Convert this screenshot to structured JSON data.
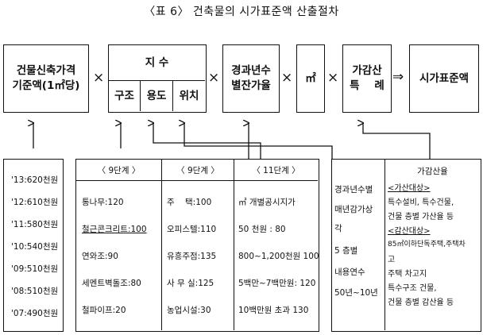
{
  "title": "〈표 6〉 건축물의 시가표준액 산출절차",
  "boxes": {
    "base_price": [
      "건물신축가격",
      "기준액(1㎡당)"
    ],
    "index": {
      "header": "지 수",
      "cells": [
        "구조",
        "용도",
        "위치"
      ]
    },
    "depreciation": [
      "경과년수",
      "별잔가율"
    ],
    "area": "㎡",
    "adjust": [
      "가감산",
      "특    례"
    ],
    "result": "시가표준액"
  },
  "operators": {
    "times": "×",
    "implies": "⇒"
  },
  "years": [
    "'13:620천원",
    "'12:610천원",
    "'11:580천원",
    "'10:540천원",
    "'09:510천원",
    "'08:510천원",
    "'07:490천원"
  ],
  "structure_table": {
    "header": "〈 9단계 〉",
    "rows": [
      "통나무:120",
      "철근콘크리트:100",
      "연와조:90",
      "세멘트벽돌조:80",
      "철파이프:20"
    ]
  },
  "use_table": {
    "header": "〈 9단계 〉",
    "rows": [
      "주    택:100",
      "오피스텔:110",
      "유흥주점:135",
      "사 무 실:125",
      "농업시설:30"
    ]
  },
  "location_table": {
    "header": "〈 11단계 〉",
    "rows": [
      "㎡ 개별공시지가",
      "50 천원 : 80",
      "800~1,200천원 100",
      "5백만~7백만원: 120",
      "10백만원 초과 130"
    ]
  },
  "depreciation_table": {
    "rows": [
      "경과년수별",
      "매년감가상",
      "각",
      "5 층별",
      "내용연수",
      "50년~10년"
    ]
  },
  "adjust_table": {
    "header": "가감산율",
    "rows": [
      "<가산대상>",
      "특수설비, 특수건물,",
      "건물 층별 가산율 등",
      "<감산대상>",
      "85㎡이하단독주택,주택차",
      "고",
      "주택 차고지",
      "특수구조 건물,",
      "건물 층별 감산율 등"
    ]
  }
}
